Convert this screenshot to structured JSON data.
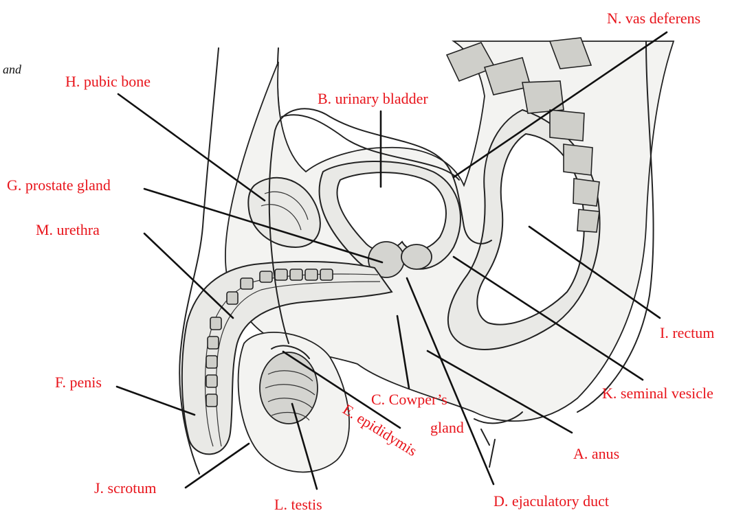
{
  "page_fragment": "and",
  "labels": {
    "vas_deferens": "N. vas deferens",
    "pubic_bone": "H. pubic bone",
    "urinary_bladder": "B. urinary bladder",
    "prostate_gland": "G. prostate gland",
    "urethra": "M. urethra",
    "rectum": "I. rectum",
    "seminal_vesicle": "K. seminal vesicle",
    "penis": "F. penis",
    "cowpers_gland_line1": "C. Cowper’s",
    "cowpers_gland_line2": "gland",
    "epididymis": "E. epididymis",
    "anus": "A. anus",
    "scrotum": "J. scrotum",
    "testis": "L. testis",
    "ejaculatory_duct": "D. ejaculatory duct"
  },
  "colors": {
    "label": "#e8141b",
    "line": "#111111"
  }
}
